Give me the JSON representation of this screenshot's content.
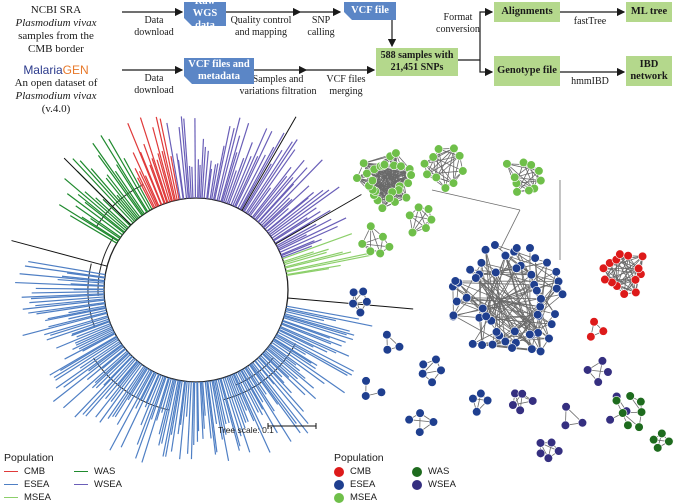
{
  "pipeline": {
    "source1": {
      "title": "NCBI SRA",
      "line1": "Plasmodium vivax",
      "line2": "samples from the",
      "line3": "CMB border"
    },
    "source2": {
      "brand_part1": "Malaria",
      "brand_part2": "GEN",
      "line1": "An open dataset of",
      "line2": "Plasmodium vivax",
      "line3": "(v.4.0)"
    },
    "arrow_labels": {
      "download1": "Data download",
      "download2": "Data download",
      "qc": "Quality control and mapping",
      "snp": "SNP calling",
      "samples_filtration": "Samples and variations filtration",
      "vcf_merging": "VCF files merging",
      "format_conversion": "Format conversion",
      "fasttree": "fastTree",
      "hmmibd": "hmmIBD"
    },
    "boxes": {
      "raw_wgs": "Raw WGS data",
      "vcf_metadata": "VCF files and metadata",
      "vcf_file": "VCF file",
      "samples_snps": "588 samples with 21,451 SNPs",
      "alignments": "Alignments",
      "genotype": "Genotype file",
      "ml_tree": "ML tree",
      "ibd_network": "IBD network"
    }
  },
  "tree": {
    "scale_label": "Tree scale: 0.1",
    "legend_title": "Population",
    "legend": [
      {
        "label": "CMB",
        "color": "#e03a3a"
      },
      {
        "label": "ESEA",
        "color": "#4f7fc4"
      },
      {
        "label": "MSEA",
        "color": "#8ccf6a"
      },
      {
        "label": "WAS",
        "color": "#1f8a2e"
      },
      {
        "label": "WSEA",
        "color": "#6a5fb8"
      }
    ]
  },
  "network": {
    "legend_title": "Population",
    "legend": [
      {
        "label": "CMB",
        "color": "#dd1a1a"
      },
      {
        "label": "ESEA",
        "color": "#1f3f8f"
      },
      {
        "label": "MSEA",
        "color": "#6fbf4a"
      },
      {
        "label": "WAS",
        "color": "#1e6b1e"
      },
      {
        "label": "WSEA",
        "color": "#352f80"
      }
    ]
  }
}
